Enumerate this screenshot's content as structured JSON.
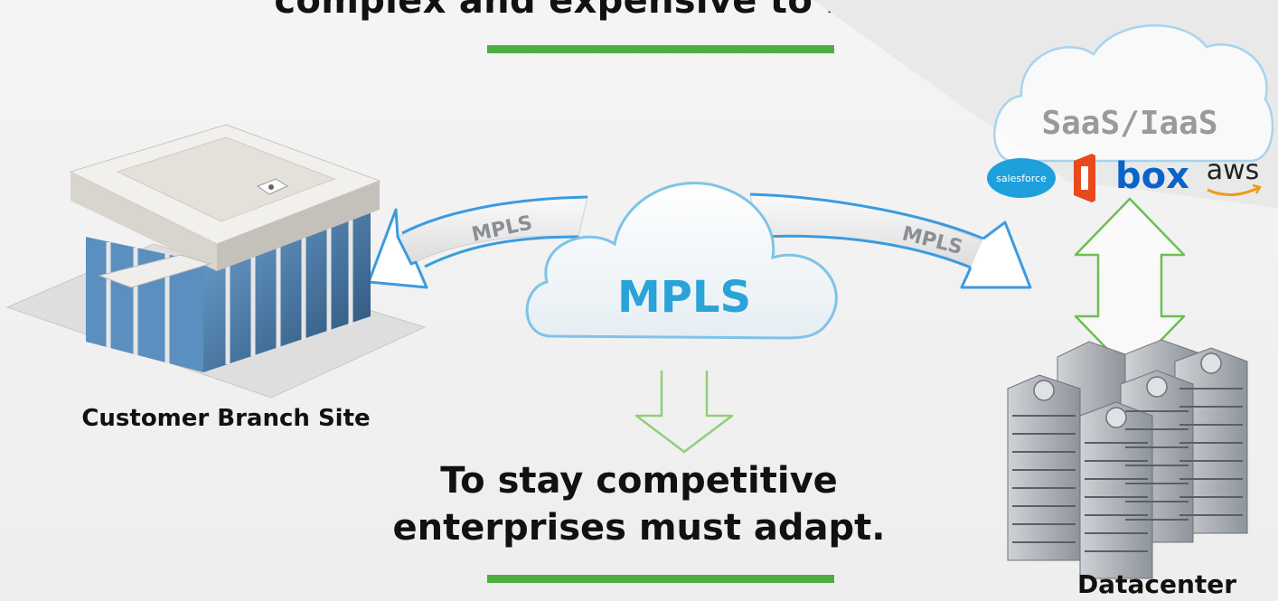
{
  "headings": {
    "top": "complex and expensive to manage.",
    "bottom_line1": "To stay competitive",
    "bottom_line2": "enterprises must adapt."
  },
  "nodes": {
    "branch_label": "Customer Branch Site",
    "datacenter_label": "Datacenter",
    "cloud_center_label": "MPLS",
    "cloud_saas_label": "SaaS/IaaS"
  },
  "links": {
    "left_label": "MPLS",
    "right_label": "MPLS"
  },
  "logos": {
    "salesforce": "salesforce",
    "box": "box",
    "aws": "aws",
    "office_icon": "office-icon"
  },
  "colors": {
    "accent_green": "#4caf3f",
    "mpls_blue": "#2aa3d8",
    "arrow_blue": "#3b9be0",
    "cloud_outline": "#7fc3e8",
    "arrow_green_outline": "#8fcf7a"
  }
}
